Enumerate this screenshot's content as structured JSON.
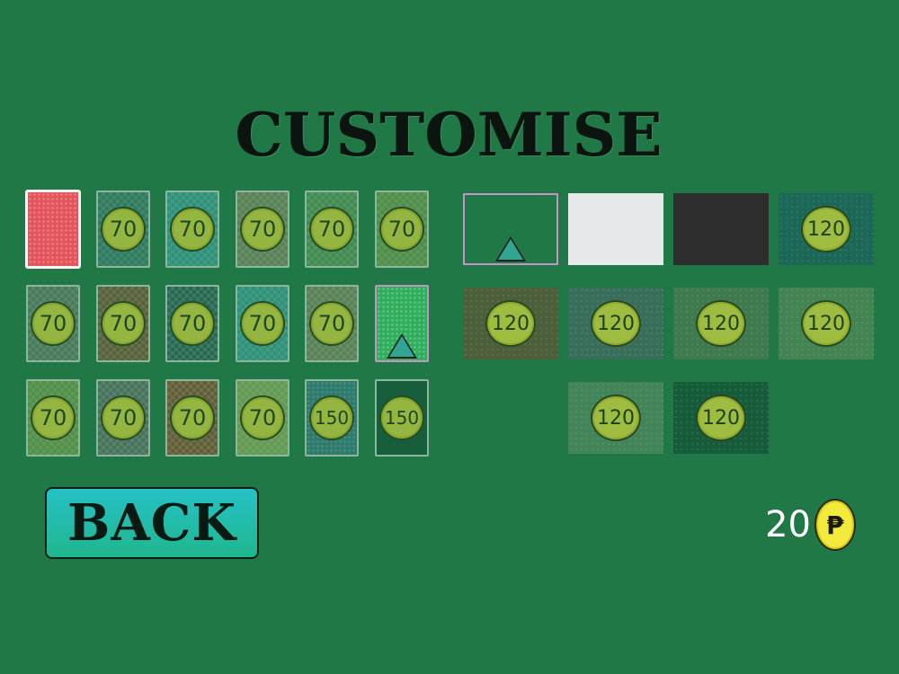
{
  "title": "CUSTOMISE",
  "card_backs": [
    {
      "row": 0,
      "col": 0,
      "color": "#e4555c",
      "pattern": "dots",
      "price": null,
      "state": "selected"
    },
    {
      "row": 0,
      "col": 1,
      "color": "#3c7e76",
      "pattern": "diamonds",
      "price": "70",
      "state": "locked"
    },
    {
      "row": 0,
      "col": 2,
      "color": "#3aa7a5",
      "pattern": "diamonds",
      "price": "70",
      "state": "locked"
    },
    {
      "row": 0,
      "col": 3,
      "color": "#8c8a66",
      "pattern": "diamonds",
      "price": "70",
      "state": "locked"
    },
    {
      "row": 0,
      "col": 4,
      "color": "#5c9c58",
      "pattern": "diamonds",
      "price": "70",
      "state": "locked"
    },
    {
      "row": 0,
      "col": 5,
      "color": "#76a04a",
      "pattern": "diamonds",
      "price": "70",
      "state": "locked"
    },
    {
      "row": 1,
      "col": 0,
      "color": "#6a7e6a",
      "pattern": "diamonds",
      "price": "70",
      "state": "locked"
    },
    {
      "row": 1,
      "col": 1,
      "color": "#86502c",
      "pattern": "diamonds",
      "price": "70",
      "state": "locked"
    },
    {
      "row": 1,
      "col": 2,
      "color": "#2e5e5e",
      "pattern": "diamonds",
      "price": "70",
      "state": "locked"
    },
    {
      "row": 1,
      "col": 3,
      "color": "#3aa7a5",
      "pattern": "diamonds",
      "price": "70",
      "state": "locked"
    },
    {
      "row": 1,
      "col": 4,
      "color": "#8c8a66",
      "pattern": "diamonds",
      "price": "70",
      "state": "locked"
    },
    {
      "row": 1,
      "col": 5,
      "color": "#2fae5c",
      "pattern": "dots",
      "price": null,
      "state": "equipped"
    },
    {
      "row": 2,
      "col": 0,
      "color": "#80a44a",
      "pattern": "diamonds",
      "price": "70",
      "state": "locked"
    },
    {
      "row": 2,
      "col": 1,
      "color": "#6a6e6c",
      "pattern": "diamonds",
      "price": "70",
      "state": "locked"
    },
    {
      "row": 2,
      "col": 2,
      "color": "#9c4a2c",
      "pattern": "diamonds",
      "price": "70",
      "state": "locked"
    },
    {
      "row": 2,
      "col": 3,
      "color": "#9cb65a",
      "pattern": "diamonds",
      "price": "70",
      "state": "locked"
    },
    {
      "row": 2,
      "col": 4,
      "color": "#3c7e8c",
      "pattern": "dots",
      "price": "150",
      "state": "locked"
    },
    {
      "row": 2,
      "col": 5,
      "color": "#0f4a34",
      "pattern": "none",
      "price": "150",
      "state": "locked"
    }
  ],
  "table_colors": [
    {
      "row": 0,
      "col": 0,
      "color": "#217847",
      "price": null,
      "state": "equipped"
    },
    {
      "row": 0,
      "col": 1,
      "color": "#e6e8ea",
      "price": null,
      "state": "owned"
    },
    {
      "row": 0,
      "col": 2,
      "color": "#2e2e2e",
      "price": null,
      "state": "owned"
    },
    {
      "row": 0,
      "col": 3,
      "color": "#1a5e62",
      "price": "120",
      "state": "locked"
    },
    {
      "row": 1,
      "col": 0,
      "color": "#6a5032",
      "price": "120",
      "state": "locked"
    },
    {
      "row": 1,
      "col": 1,
      "color": "#4a6868",
      "price": "120",
      "state": "locked"
    },
    {
      "row": 1,
      "col": 2,
      "color": "#527c52",
      "price": "120",
      "state": "locked"
    },
    {
      "row": 1,
      "col": 3,
      "color": "#5c8c5c",
      "price": "120",
      "state": "locked"
    },
    {
      "row": 2,
      "col": 1,
      "color": "#5c8c66",
      "price": "120",
      "state": "locked"
    },
    {
      "row": 2,
      "col": 2,
      "color": "#0f4a34",
      "price": "120",
      "state": "locked"
    }
  ],
  "back_button": {
    "label": "BACK"
  },
  "balance": {
    "amount": "20",
    "currency_symbol": "₱"
  }
}
